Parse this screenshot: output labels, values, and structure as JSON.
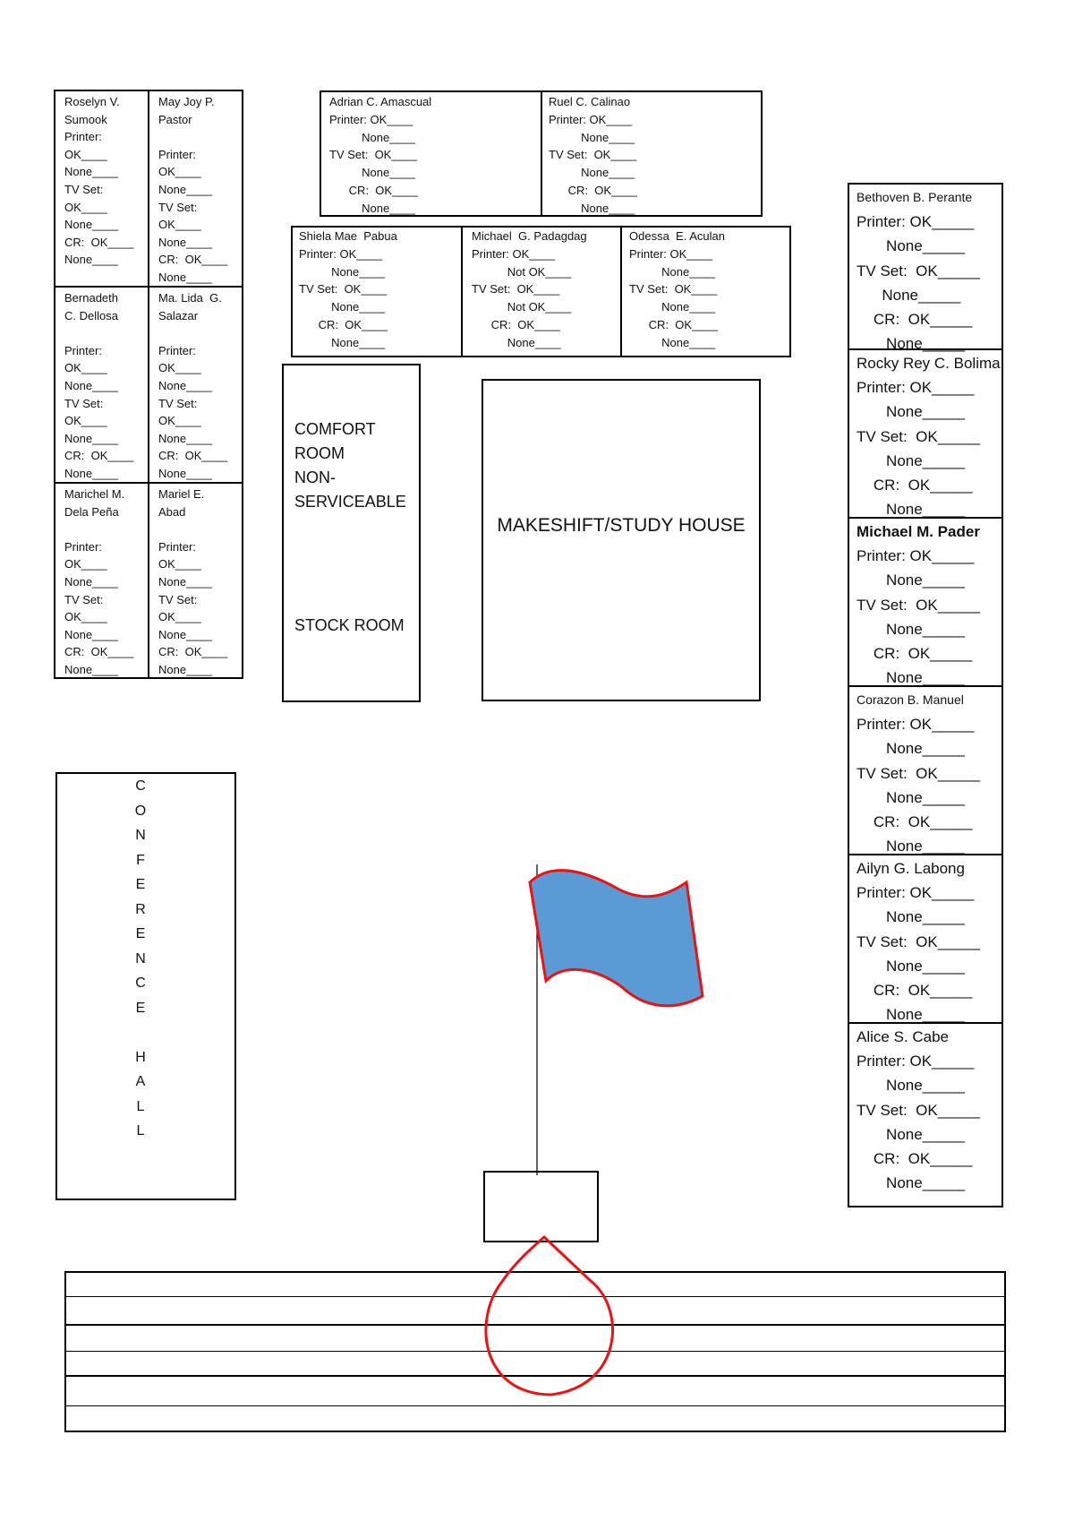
{
  "left_grid": [
    {
      "name1": "Roselyn V.",
      "name2": "Sumook",
      "lines": [
        "Printer:",
        "OK____",
        "None____",
        "TV Set:",
        "OK____",
        "None____",
        "CR:  OK____",
        "None____"
      ]
    },
    {
      "name1": "May Joy P.",
      "name2": "Pastor",
      "lines": [
        "",
        "Printer:",
        "OK____",
        "None____",
        "TV Set:",
        "OK____",
        "None____",
        "CR:  OK____",
        "None____"
      ]
    },
    {
      "name1": "Bernadeth",
      "name2": "C. Dellosa",
      "lines": [
        "",
        "Printer:",
        "OK____",
        "None____",
        "TV Set:",
        "OK____",
        "None____",
        "CR:  OK____",
        "None____"
      ]
    },
    {
      "name1": "Ma. Lida  G.",
      "name2": "Salazar",
      "lines": [
        "",
        "Printer:",
        "OK____",
        "None____",
        "TV Set:",
        "OK____",
        "None____",
        "CR:  OK____",
        "None____"
      ]
    },
    {
      "name1": "Marichel M.",
      "name2": "Dela Peña",
      "lines": [
        "",
        "Printer:",
        "OK____",
        "None____",
        "TV Set:",
        "OK____",
        "None____",
        "CR:  OK____",
        "None____"
      ]
    },
    {
      "name1": "Mariel E.",
      "name2": "Abad",
      "lines": [
        "",
        "Printer:",
        "OK____",
        "None____",
        "TV Set:",
        "OK____",
        "None____",
        "CR:  OK____",
        "None____"
      ]
    }
  ],
  "top_row": [
    {
      "name": "Adrian C. Amascual",
      "lines": [
        "Printer: OK____",
        "          None____",
        "TV Set:  OK____",
        "          None____",
        "      CR:  OK____",
        "          None____"
      ]
    },
    {
      "name": "Ruel C. Calinao",
      "lines": [
        "Printer: OK____",
        "          None____",
        "TV Set:  OK____",
        "          None____",
        "      CR:  OK____",
        "          None____"
      ]
    }
  ],
  "second_row": [
    {
      "name": "Shiela Mae  Pabua",
      "lines": [
        "Printer: OK____",
        "          None____",
        "TV Set:  OK____",
        "          None____",
        "      CR:  OK____",
        "          None____"
      ]
    },
    {
      "name": "Michael  G. Padagdag",
      "lines": [
        "Printer: OK____",
        "           Not OK____",
        "TV Set:  OK____",
        "           Not OK____",
        "      CR:  OK____",
        "           None____"
      ]
    },
    {
      "name": "Odessa  E. Aculan",
      "lines": [
        "Printer: OK____",
        "          None____",
        "TV Set:  OK____",
        "          None____",
        "      CR:  OK____",
        "          None____"
      ]
    }
  ],
  "comfort_room": {
    "line1": "COMFORT",
    "line2": "ROOM",
    "line3": "NON-",
    "line4": "SERVICEABLE",
    "stock": "STOCK ROOM"
  },
  "makeshift": "MAKESHIFT/STUDY HOUSE",
  "conference_letters": [
    "C",
    "O",
    "N",
    "F",
    "E",
    "R",
    "E",
    "N",
    "C",
    "E",
    "",
    "H",
    "A",
    "L",
    "L"
  ],
  "right_column": [
    {
      "name": "Bethoven B. Perante",
      "small": true,
      "bold": false,
      "lines": [
        "Printer: OK_____",
        "       None_____",
        "TV Set:  OK_____",
        "      None_____",
        "    CR:  OK_____",
        "       None_____"
      ]
    },
    {
      "name": "Rocky Rey C. Bolima",
      "small": false,
      "bold": false,
      "lines": [
        "Printer: OK_____",
        "       None_____",
        "TV Set:  OK_____",
        "       None_____",
        "    CR:  OK_____",
        "       None_____"
      ]
    },
    {
      "name": "Michael M. Pader",
      "small": false,
      "bold": true,
      "lines": [
        "Printer: OK_____",
        "       None_____",
        "TV Set:  OK_____",
        "       None_____",
        "    CR:  OK_____",
        "       None_____"
      ]
    },
    {
      "name": "Corazon B. Manuel",
      "small": true,
      "bold": false,
      "lines": [
        "Printer: OK_____",
        "       None_____",
        "TV Set:  OK_____",
        "       None_____",
        "    CR:  OK_____",
        "       None_____"
      ]
    },
    {
      "name": "Ailyn G. Labong",
      "small": false,
      "bold": false,
      "lines": [
        "Printer: OK_____",
        "       None_____",
        "TV Set:  OK_____",
        "       None_____",
        "    CR:  OK_____",
        "       None_____"
      ]
    },
    {
      "name": "Alice S. Cabe",
      "small": false,
      "bold": false,
      "lines": [
        "Printer: OK_____",
        "       None_____",
        "TV Set:  OK_____",
        "       None_____",
        "    CR:  OK_____",
        "       None_____"
      ]
    }
  ],
  "colors": {
    "flag_fill": "#5b9bd5",
    "flag_stroke": "#e11",
    "drop_stroke": "#e11",
    "line": "#000"
  }
}
